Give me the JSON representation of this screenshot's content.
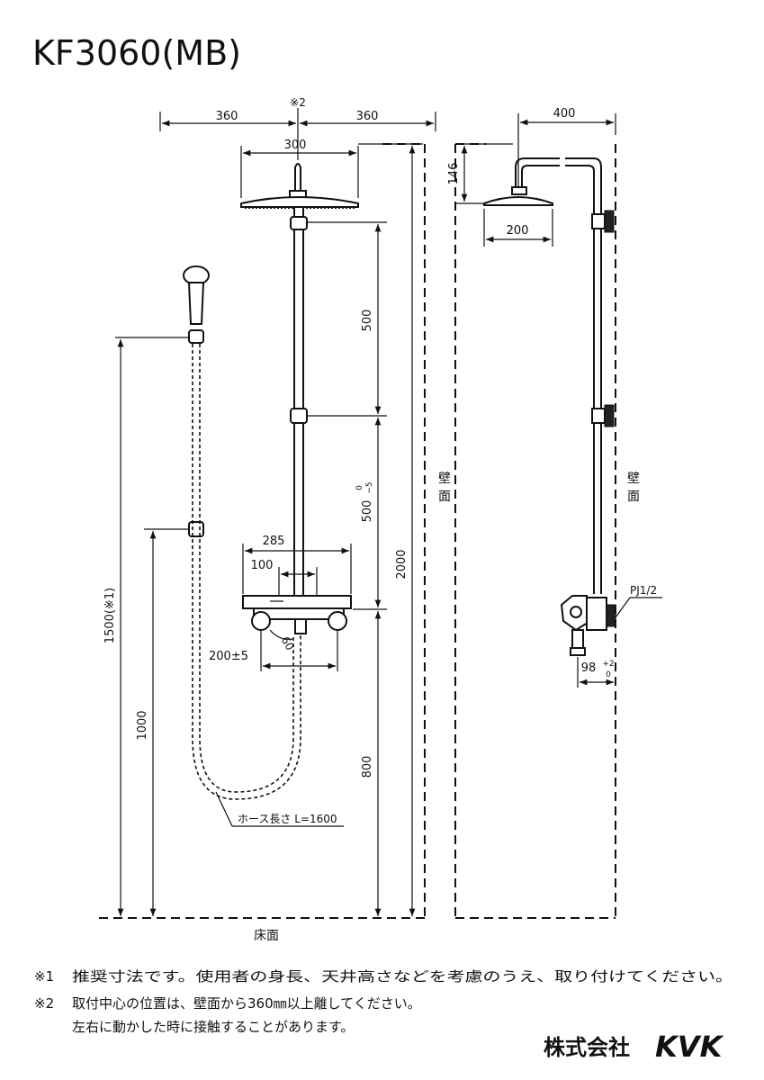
{
  "model": "KF3060(MB)",
  "front": {
    "top_left": "360",
    "top_right": "360",
    "top_note": "※2",
    "head_width": "300",
    "seg_upper": "500",
    "seg_mid": "500",
    "seg_mid_tol_top": "0",
    "seg_mid_tol_bot": "−5",
    "seg_lower": "800",
    "total_height": "2000",
    "mixer_width": "285",
    "mixer_offset": "100",
    "angle": "60",
    "inlet_spacing": "200±5",
    "holder_upper": "1500(※1)",
    "holder_lower": "1000",
    "hose_label": "ホース長さ L=1600",
    "wall": "壁面",
    "floor": "床面"
  },
  "side": {
    "reach": "400",
    "drop": "146",
    "head_width": "200",
    "wall": "壁面",
    "thread": "PJ1/2",
    "depth": "98",
    "depth_tol_top": "+2",
    "depth_tol_bot": "0"
  },
  "notes": {
    "n1_mark": "※1",
    "n1_text": "推奨寸法です。使用者の身長、天井高さなどを考慮のうえ、取り付けてください。",
    "n2_mark": "※2",
    "n2_text1": "取付中心の位置は、壁面から360㎜以上離してください。",
    "n2_text2": "左右に動かした時に接触することがあります。"
  },
  "brand": {
    "jp": "株式会社",
    "en": "KVK"
  }
}
